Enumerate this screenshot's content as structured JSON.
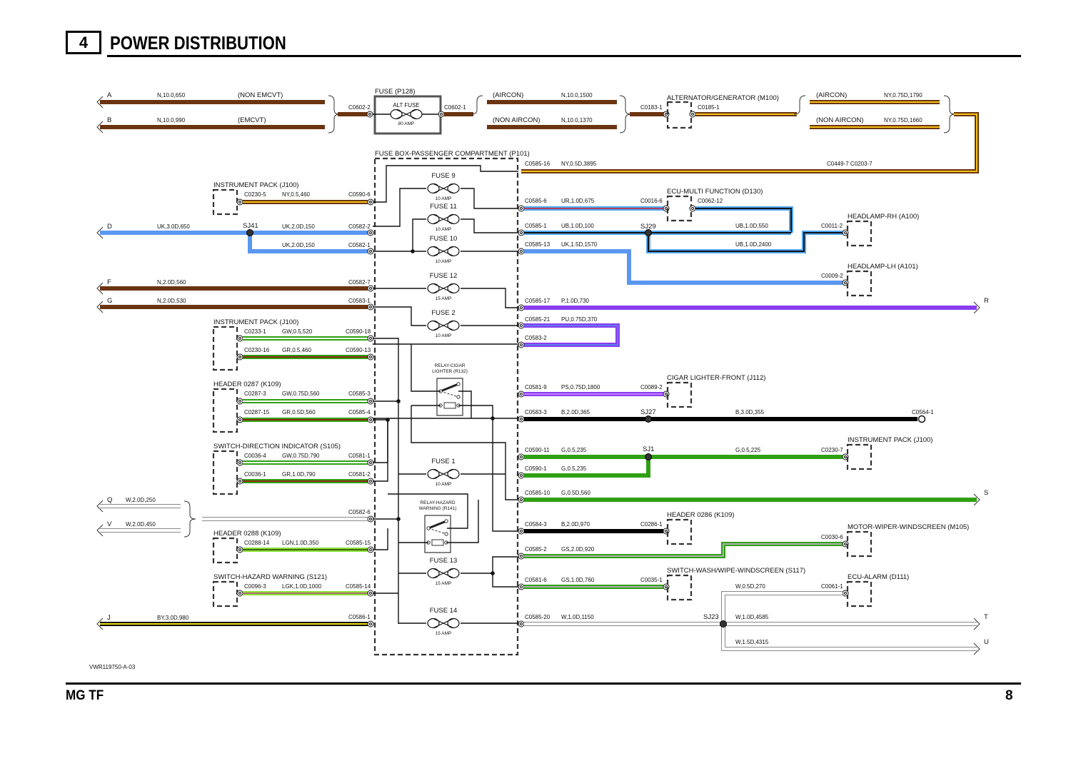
{
  "header": {
    "section_number": "4",
    "title": "POWER DISTRIBUTION"
  },
  "footer": {
    "model": "MG TF",
    "page_number": "8",
    "drawing_ref": "VWR119750-A-03"
  },
  "colors": {
    "N": "#6b3410",
    "NY_a": "#6b3410",
    "NY_b": "#f2c21b",
    "UK_a": "#5b97f0",
    "UK_b": "#5b97f0",
    "UR_a": "#4fa6f0",
    "UR_b": "#b04060",
    "UB_a": "#4fa6f0",
    "UB_b": "#111111",
    "P": "#8a3cf0",
    "PU_a": "#8a3cf0",
    "PU_b": "#5b7cf0",
    "PS_a": "#8a3cf0",
    "PS_b": "#c080ff",
    "B": "#000000",
    "G": "#2fa014",
    "GW_a": "#2fa014",
    "GW_b": "#ffffff",
    "GR_a": "#2fa014",
    "GR_b": "#8b2a10",
    "GS_a": "#2fa014",
    "GS_b": "#b0b0b0",
    "LGN_a": "#8ee03a",
    "LGN_b": "#3a6a10",
    "LGK_a": "#8ee03a",
    "LGK_b": "#b07070",
    "W": "#ffffff",
    "BY_a": "#000000",
    "BY_b": "#f2e11b"
  },
  "components": {
    "fuse_p128": "FUSE (P128)",
    "alt_fuse": "ALT FUSE",
    "alt_fuse_rating": "80 AMP",
    "fusebox": "FUSE BOX-PASSENGER COMPARTMENT (P101)",
    "alternator": "ALTERNATOR/GENERATOR (M100)",
    "instrument_pack_1": "INSTRUMENT PACK (J100)",
    "instrument_pack_2": "INSTRUMENT PACK (J100)",
    "instrument_pack_3": "INSTRUMENT PACK (J100)",
    "ecu_multi": "ECU-MULTI FUNCTION (D130)",
    "headlamp_rh": "HEADLAMP-RH (A100)",
    "headlamp_lh": "HEADLAMP-LH (A101)",
    "header_0287": "HEADER 0287 (K109)",
    "switch_direction": "SWITCH-DIRECTION INDICATOR (S105)",
    "relay_cigar": [
      "RELAY-CIGAR",
      "LIGHTER (R132)"
    ],
    "cigar_lighter": "CIGAR LIGHTER-FRONT (J112)",
    "header_0288": "HEADER 0288 (K109)",
    "switch_hazard": "SWITCH-HAZARD WARNING (S121)",
    "relay_hazard": [
      "RELAY-HAZARD",
      "WARNING (R141)"
    ],
    "header_0286": "HEADER 0286 (K109)",
    "motor_wiper": "MOTOR-WIPER-WINDSCREEN (M105)",
    "switch_wash": "SWITCH-WASH/WIPE-WINDSCREEN (S117)",
    "ecu_alarm": "ECU-ALARM (D111)"
  },
  "fuses": [
    {
      "name": "FUSE 9",
      "rating": "10 AMP"
    },
    {
      "name": "FUSE 11",
      "rating": "10 AMP"
    },
    {
      "name": "FUSE 10",
      "rating": "10 AMP"
    },
    {
      "name": "FUSE 12",
      "rating": "15 AMP"
    },
    {
      "name": "FUSE 2",
      "rating": "10 AMP"
    },
    {
      "name": "FUSE 1",
      "rating": "10 AMP"
    },
    {
      "name": "FUSE 13",
      "rating": "15 AMP"
    },
    {
      "name": "FUSE 14",
      "rating": "15 AMP"
    }
  ],
  "splices": [
    "SJ41",
    "SJ29",
    "SJ27",
    "SJ1",
    "SJ23"
  ],
  "off_page_refs": [
    "A",
    "B",
    "D",
    "F",
    "G",
    "Q",
    "V",
    "J",
    "R",
    "S",
    "T",
    "U"
  ],
  "wires": {
    "a": {
      "ref": "A",
      "spec": "N,10.0,650",
      "note": "(NON EMCVT)"
    },
    "b": {
      "ref": "B",
      "spec": "N,10.0,990",
      "note": "(EMCVT)"
    },
    "alt_aircon": {
      "spec": "N,10.0,1500",
      "note": "(AIRCON)"
    },
    "alt_nonaircon": {
      "spec": "N,10.0,1370",
      "note": "(NON AIRCON)"
    },
    "ny_aircon": {
      "spec": "NY,0.75D,1790",
      "note": "(AIRCON)"
    },
    "ny_nonaircon": {
      "spec": "NY,0.75D,1660",
      "note": "(NON AIRCON)"
    },
    "c0585_16": {
      "spec": "NY,0.5D,3895"
    },
    "ip_c0230_5": {
      "spec": "NY,0.5,460"
    },
    "d": {
      "ref": "D",
      "spec": "UK,3.0D,650"
    },
    "sj41_a": {
      "spec": "UK,2.0D,150"
    },
    "sj41_b": {
      "spec": "UK,2.0D,150"
    },
    "c0585_6": {
      "spec": "UR,1.0D,675"
    },
    "c0585_1": {
      "spec": "UB,1.0D,100"
    },
    "ub_550": {
      "spec": "UB,1.0D,550"
    },
    "ub_2400": {
      "spec": "UB,1.0D,2400"
    },
    "c0585_13": {
      "spec": "UK,1.5D,1570"
    },
    "f": {
      "ref": "F",
      "spec": "N,2.0D,560"
    },
    "g": {
      "ref": "G",
      "spec": "N,2.0D,530"
    },
    "c0585_17": {
      "spec": "P,1.0D,730"
    },
    "c0585_21": {
      "spec": "PU,0.75D,370"
    },
    "gw_520": {
      "spec": "GW,0.5,520"
    },
    "gr_460": {
      "spec": "GR,0.5,460"
    },
    "gw_560": {
      "spec": "GW,0.75D,560"
    },
    "gr_560": {
      "spec": "GR,0.5D,560"
    },
    "c0581_9": {
      "spec": "PS,0.75D,1800"
    },
    "c0583_3": {
      "spec": "B,2.0D,365"
    },
    "b_355": {
      "spec": "B,3.0D,355"
    },
    "gw_790": {
      "spec": "GW,0.75D,790"
    },
    "gr_790": {
      "spec": "GR,1.0D,790"
    },
    "c0590_11": {
      "spec": "G,0.5,235"
    },
    "g_225": {
      "spec": "G,0.5,225"
    },
    "c0590_1": {
      "spec": "G,0.5,235"
    },
    "c0585_10": {
      "spec": "G,0.5D,560"
    },
    "q": {
      "ref": "Q",
      "spec": "W,2.0D,250"
    },
    "v": {
      "ref": "V",
      "spec": "W,2.0D,450"
    },
    "c0584_3": {
      "spec": "B,2.0D,970"
    },
    "lgn_350": {
      "spec": "LGN,1.0D,350"
    },
    "c0585_2": {
      "spec": "GS,2.0D,920"
    },
    "lgk_1000": {
      "spec": "LGK,1.0D,1000"
    },
    "c0581_6": {
      "spec": "GS,1.0D,760"
    },
    "w_270": {
      "spec": "W,0.5D,270"
    },
    "j": {
      "ref": "J",
      "spec": "BY,3.0D,980"
    },
    "c0585_20": {
      "spec": "W,1.0D,1150"
    },
    "w_4585": {
      "spec": "W,1.0D,4585"
    },
    "w_4315": {
      "spec": "W,1.5D,4315"
    }
  },
  "connectors": {
    "c0602_2": "C0602-2",
    "c0602_1": "C0602-1",
    "c0183_1": "C0183-1",
    "c0185_1": "C0185-1",
    "c0585_16": "C0585-16",
    "c0449_c0203": "C0449-7 C0203-7",
    "c0230_5": "C0230-5",
    "c0590_6": "C0590-6",
    "c0582_2": "C0582-2",
    "c0582_1": "C0582-1",
    "c0585_6": "C0585-6",
    "c0016_6": "C0016-6",
    "c0062_12": "C0062-12",
    "c0585_1": "C0585-1",
    "c0011_2": "C0011-2",
    "c0585_13": "C0585-13",
    "c0009_2": "C0009-2",
    "c0582_7": "C0582-7",
    "c0583_1": "C0583-1",
    "c0585_17": "C0585-17",
    "c0585_21": "C0585-21",
    "c0583_2": "C0583-2",
    "c0233_1": "C0233-1",
    "c0590_18": "C0590-18",
    "c0230_16": "C0230-16",
    "c0590_13": "C0590-13",
    "c0287_3": "C0287-3",
    "c0585_3": "C0585-3",
    "c0287_15": "C0287-15",
    "c0585_4": "C0585-4",
    "c0581_9": "C0581-9",
    "c0089_2": "C0089-2",
    "c0583_3": "C0583-3",
    "c0564_1": "C0564-1",
    "c0036_4": "C0036-4",
    "c0581_1": "C0581-1",
    "c0036_1": "C0036-1",
    "c0581_2": "C0581-2",
    "c0590_11": "C0590-11",
    "c0230_7": "C0230-7",
    "c0590_1": "C0590-1",
    "c0585_10": "C0585-10",
    "c0582_6": "C0582-6",
    "c0584_3": "C0584-3",
    "c0286_1": "C0286-1",
    "c0288_14": "C0288-14",
    "c0585_15": "C0585-15",
    "c0585_2": "C0585-2",
    "c0030_6": "C0030-6",
    "c0096_3": "C0096-3",
    "c0585_14": "C0585-14",
    "c0581_6": "C0581-6",
    "c0035_1": "C0035-1",
    "c0061_1": "C0061-1",
    "c0586_1": "C0586-1",
    "c0585_20": "C0585-20"
  }
}
